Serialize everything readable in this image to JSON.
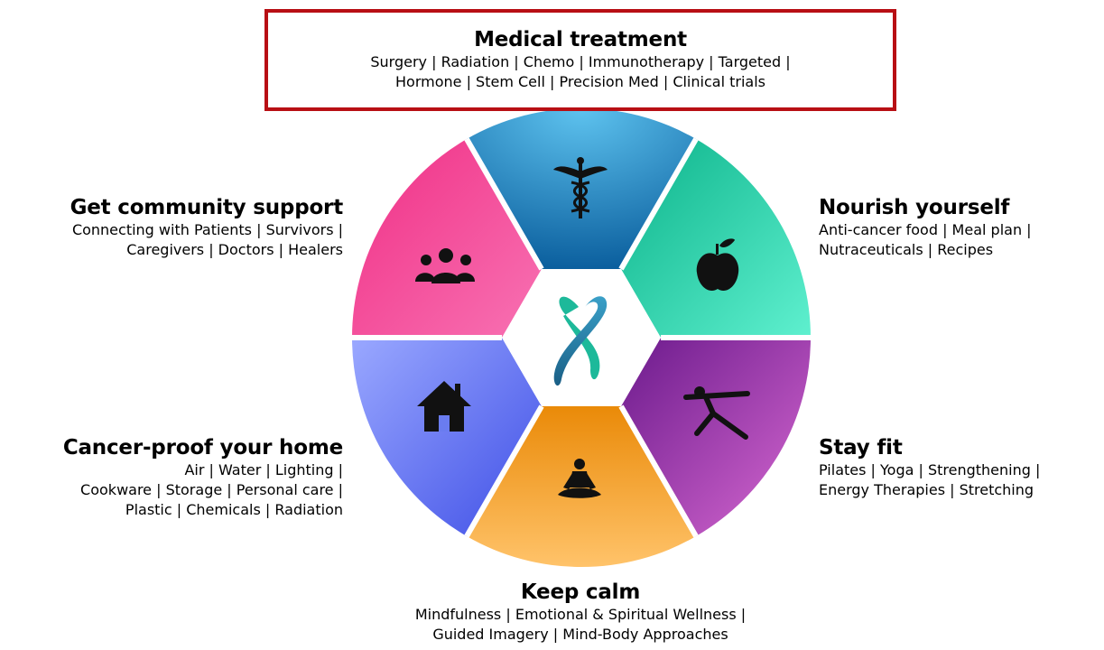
{
  "medical": {
    "title": "Medical treatment",
    "lines": [
      "Surgery  |  Radiation  |  Chemo  |  Immunotherapy  |  Targeted  |",
      "Hormone  |  Stem Cell  |  Precision Med  |  Clinical trials"
    ]
  },
  "community": {
    "title": "Get community support",
    "lines": [
      "Connecting with Patients  |  Survivors  |",
      "Caregivers  |  Doctors  |  Healers"
    ]
  },
  "nourish": {
    "title": "Nourish yourself",
    "lines": [
      "Anti-cancer food  |  Meal plan  |",
      "Nutraceuticals  |  Recipes"
    ]
  },
  "home": {
    "title": "Cancer-proof your home",
    "lines": [
      "Air  |  Water  |  Lighting  |",
      "Cookware  |  Storage  |  Personal care  |",
      "Plastic  |  Chemicals  |  Radiation"
    ]
  },
  "fit": {
    "title": "Stay fit",
    "lines": [
      "Pilates  |  Yoga  |  Strengthening |",
      "Energy Therapies  |  Stretching"
    ]
  },
  "calm": {
    "title": "Keep calm",
    "lines": [
      "Mindfulness | Emotional & Spiritual Wellness  |",
      "Guided Imagery  |  Mind-Body Approaches"
    ]
  },
  "segments": {
    "top": {
      "color": "#1f86c4",
      "icon": "caduceus-icon"
    },
    "upper_right": {
      "color": "#1fc9a0",
      "icon": "apple-icon"
    },
    "lower_right": {
      "color": "#a52bb0",
      "icon": "yoga-pose-icon"
    },
    "bottom": {
      "color": "#f5a01c",
      "icon": "meditation-icon"
    },
    "lower_left": {
      "color": "#5b6ff0",
      "icon": "house-icon"
    },
    "upper_left": {
      "color": "#ec3d8c",
      "icon": "people-group-icon"
    },
    "center": {
      "icon": "heart-ribbon-icon"
    }
  }
}
